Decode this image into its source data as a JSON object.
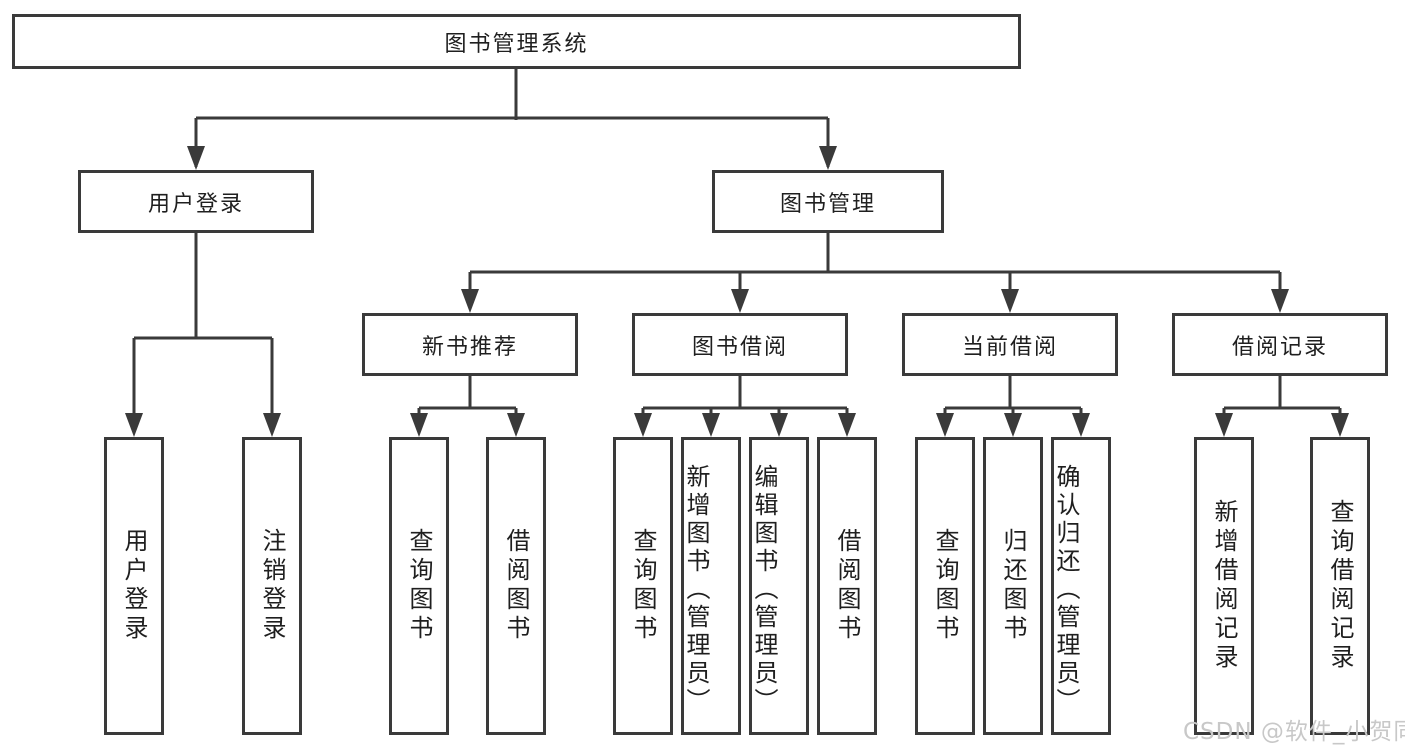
{
  "nodes": {
    "root": "图书管理系统",
    "user_login": "用户登录",
    "book_management": "图书管理",
    "new_book_recommend": "新书推荐",
    "book_borrow": "图书借阅",
    "current_borrow": "当前借阅",
    "borrow_records": "借阅记录",
    "leaf_user_login": "用户登录",
    "leaf_logout": "注销登录",
    "leaf_query_book_nb": "查询图书",
    "leaf_borrow_book_nb": "借阅图书",
    "leaf_query_book_bb": "查询图书",
    "leaf_add_book_admin": "新增图书（管理员）",
    "leaf_edit_book_admin": "编辑图书（管理员）",
    "leaf_borrow_book_bb": "借阅图书",
    "leaf_query_book_cb": "查询图书",
    "leaf_return_book": "归还图书",
    "leaf_confirm_return_admin": "确认归还（管理员）",
    "leaf_add_borrow_record": "新增借阅记录",
    "leaf_query_borrow_record": "查询借阅记录"
  },
  "watermark": "CSDN @软件_小贺同学",
  "colors": {
    "line": "#3a3a3a",
    "text": "#1f1f1f",
    "watermark": "#c8c8c8",
    "background": "#ffffff"
  }
}
